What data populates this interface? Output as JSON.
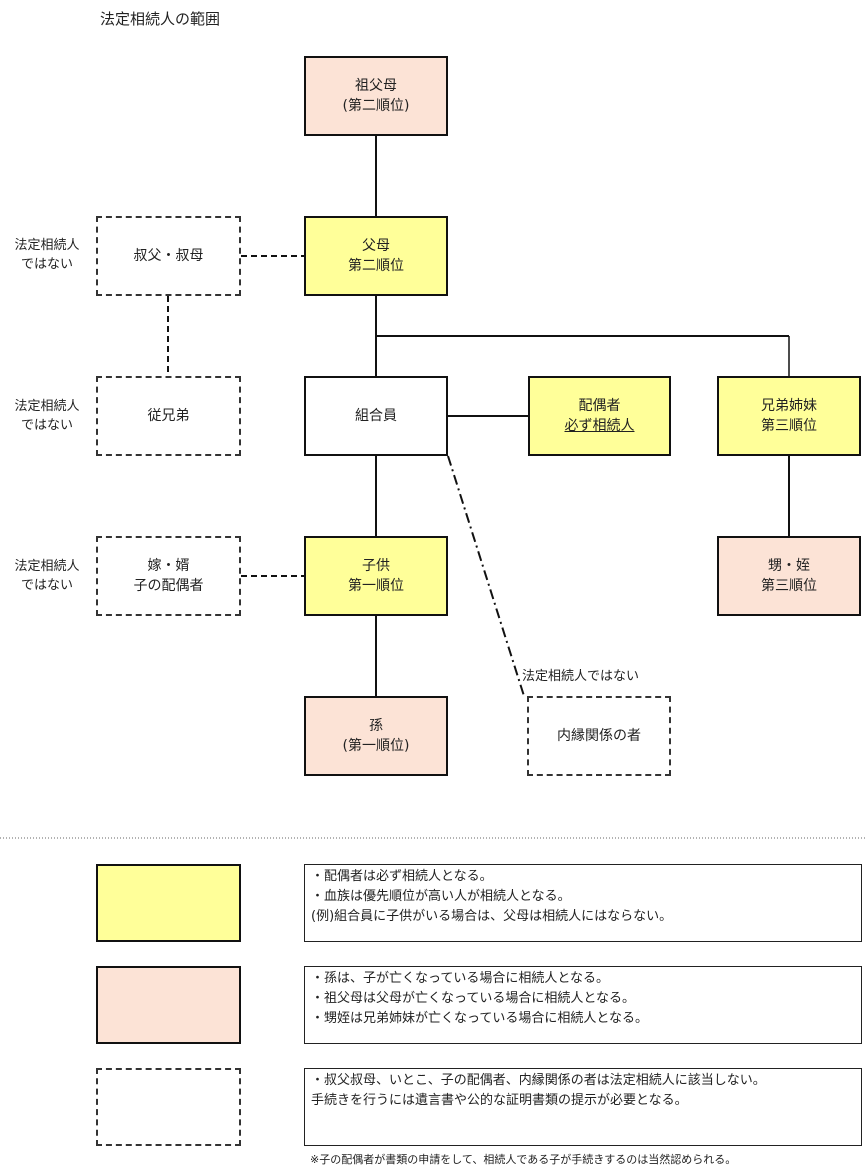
{
  "title": "法定相続人の範囲",
  "nodes": {
    "grandparents": {
      "line1": "祖父母",
      "line2": "(第二順位)"
    },
    "parents": {
      "line1": "父母",
      "line2": "第二順位"
    },
    "uncle_aunt": {
      "line1": "叔父・叔母"
    },
    "cousin": {
      "line1": "従兄弟"
    },
    "member": {
      "line1": "組合員"
    },
    "spouse": {
      "line1": "配偶者",
      "line2": "必ず相続人"
    },
    "siblings": {
      "line1": "兄弟姉妹",
      "line2": "第三順位"
    },
    "in_law": {
      "line1": "嫁・婿",
      "line2": "子の配偶者"
    },
    "child": {
      "line1": "子供",
      "line2": "第一順位"
    },
    "nephew_niece": {
      "line1": "甥・姪",
      "line2": "第三順位"
    },
    "grandchild": {
      "line1": "孫",
      "line2": "(第一順位)"
    },
    "common_law": {
      "line1": "内縁関係の者"
    }
  },
  "notes": {
    "not_heir_1": {
      "line1": "法定相続人",
      "line2": "ではない"
    },
    "not_heir_2": {
      "line1": "法定相続人",
      "line2": "ではない"
    },
    "not_heir_3": {
      "line1": "法定相続人",
      "line2": "ではない"
    },
    "not_heir_common": "法定相続人ではない"
  },
  "legend": [
    {
      "color": "#ffff99",
      "lines": [
        "・配偶者は必ず相続人となる。",
        "・血族は優先順位が高い人が相続人となる。",
        "(例)組合員に子供がいる場合は、父母は相続人にはならない。"
      ]
    },
    {
      "color": "#fce3d6",
      "lines": [
        "・孫は、子が亡くなっている場合に相続人となる。",
        "・祖父母は父母が亡くなっている場合に相続人となる。",
        "・甥姪は兄弟姉妹が亡くなっている場合に相続人となる。"
      ]
    },
    {
      "color": "#ffffff",
      "lines": [
        "・叔父叔母、いとこ、子の配偶者、内縁関係の者は法定相続人に該当しない。",
        "手続きを行うには遺言書や公的な証明書類の提示が必要となる。"
      ]
    }
  ],
  "footnote": "※子の配偶者が書類の申請をして、相続人である子が手続きするのは当然認められる。"
}
